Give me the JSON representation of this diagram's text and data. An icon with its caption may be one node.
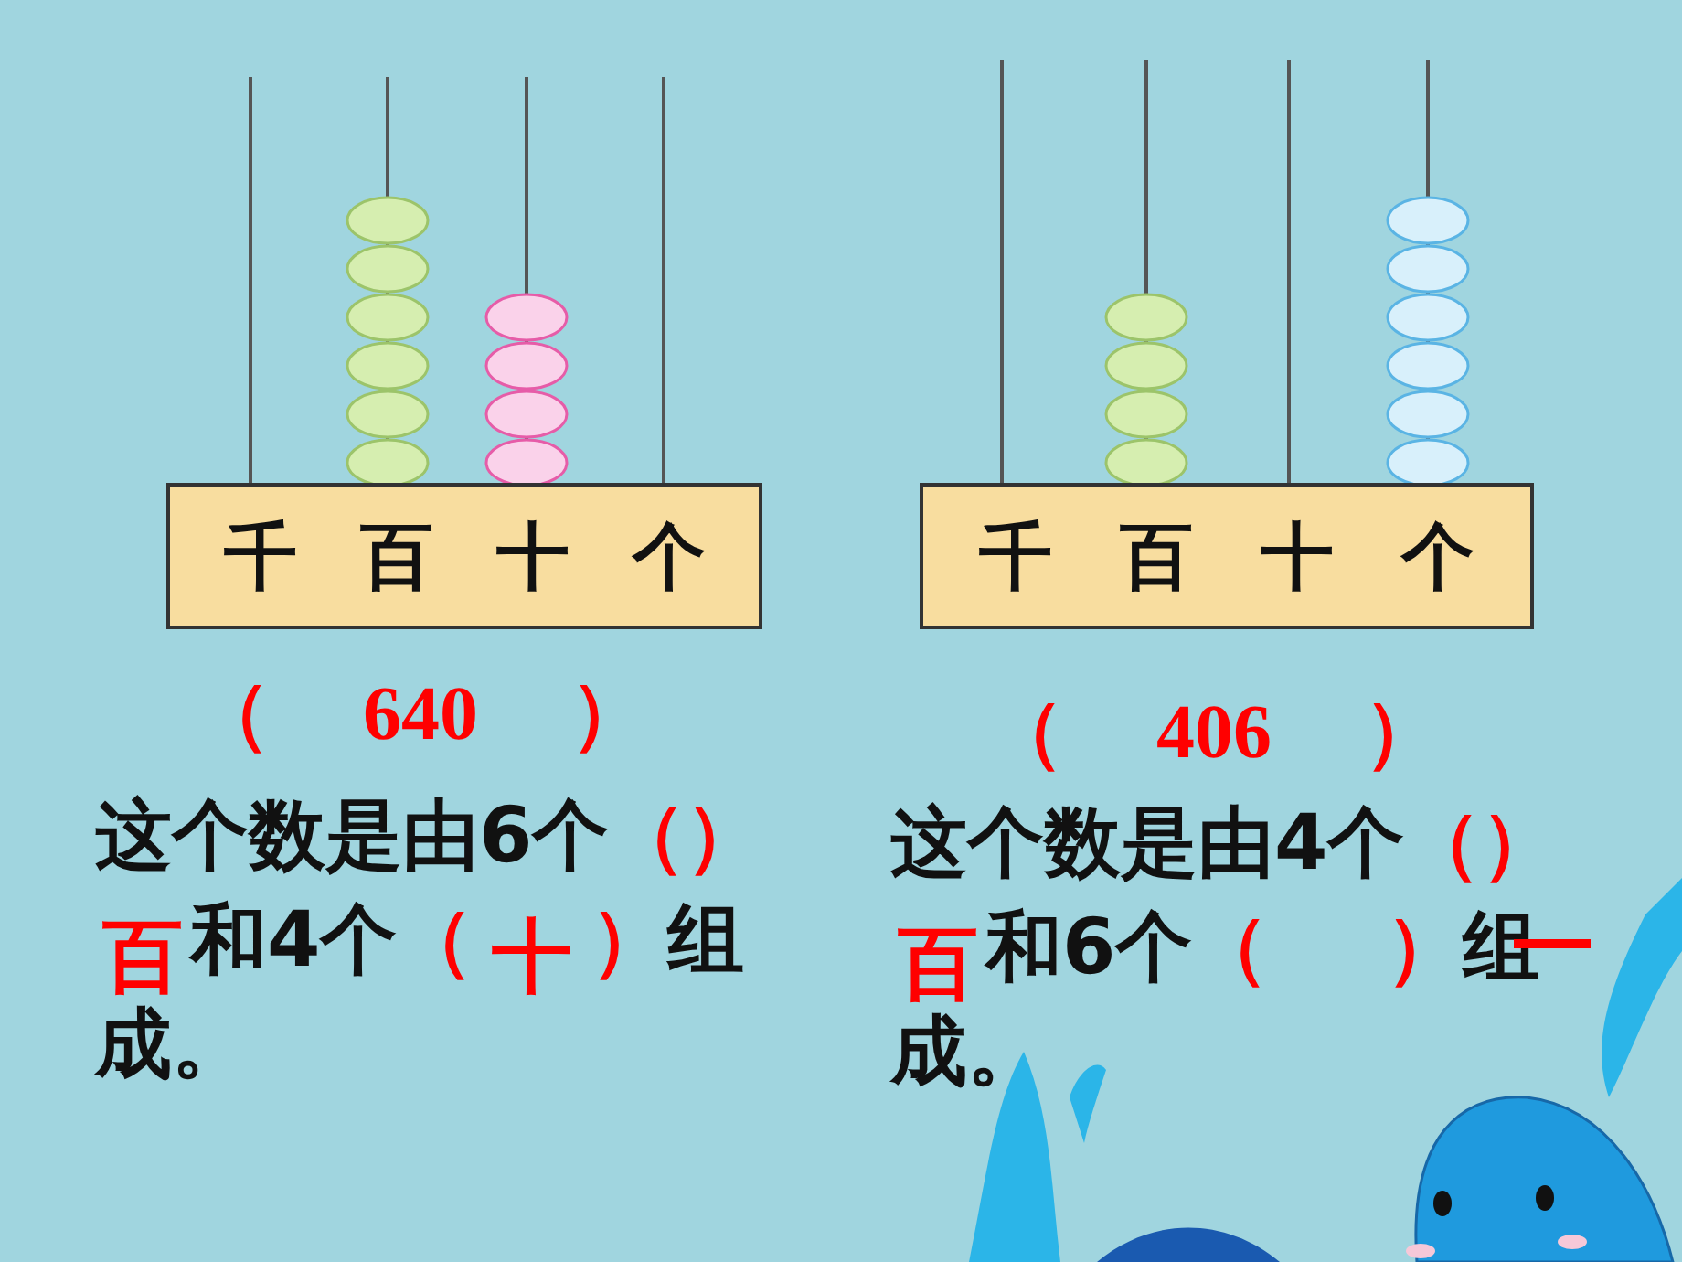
{
  "diagram": {
    "nodes": [
      {
        "text": [
          "千",
          "百",
          "十",
          "个"
        ]
      },
      {
        "text": [
          "千",
          "百",
          "十",
          "个"
        ]
      }
    ],
    "labels": [
      "（ 640 ）",
      "这个数是由6个（）和4个（ ）组成。",
      "百",
      "十",
      "（ 406 ）",
      "这个数是由4个（）和6个（ ）组成。",
      "百"
    ]
  }
}
